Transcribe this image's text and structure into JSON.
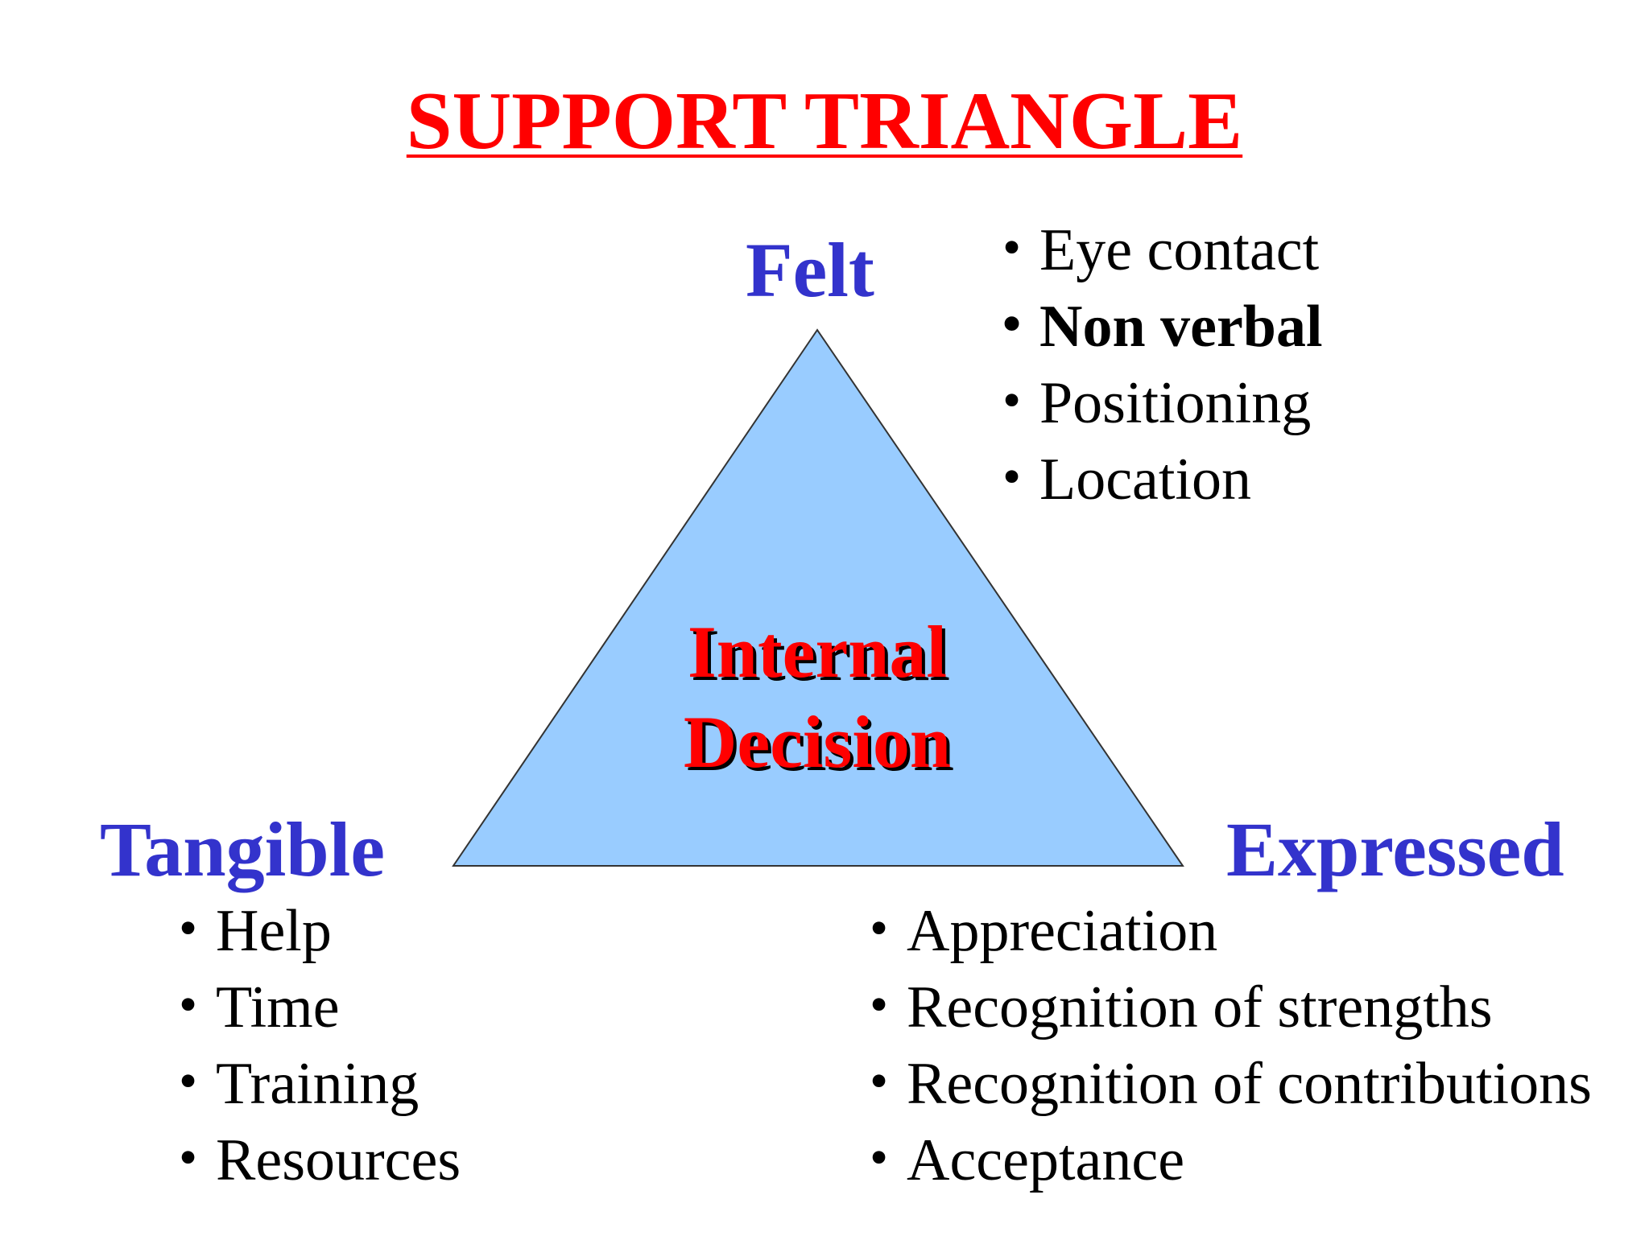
{
  "title": "SUPPORT TRIANGLE",
  "colors": {
    "title": "#ff0000",
    "corner_labels": "#3333cc",
    "triangle_fill": "#99ccff",
    "triangle_stroke": "#333333",
    "center_text": "#ff0000",
    "bullet_text": "#000000"
  },
  "triangle": {
    "top_label": "Felt",
    "left_label": "Tangible",
    "right_label": "Expressed",
    "center_line1": "Internal",
    "center_line2": "Decision"
  },
  "felt_items": [
    {
      "text": "Eye contact",
      "bold": false
    },
    {
      "text": "Non verbal",
      "bold": true
    },
    {
      "text": "Positioning",
      "bold": false
    },
    {
      "text": "Location",
      "bold": false
    }
  ],
  "tangible_items": [
    "Help",
    "Time",
    "Training",
    "Resources"
  ],
  "expressed_items": [
    "Appreciation",
    "Recognition of strengths",
    "Recognition of contributions",
    "Acceptance"
  ]
}
